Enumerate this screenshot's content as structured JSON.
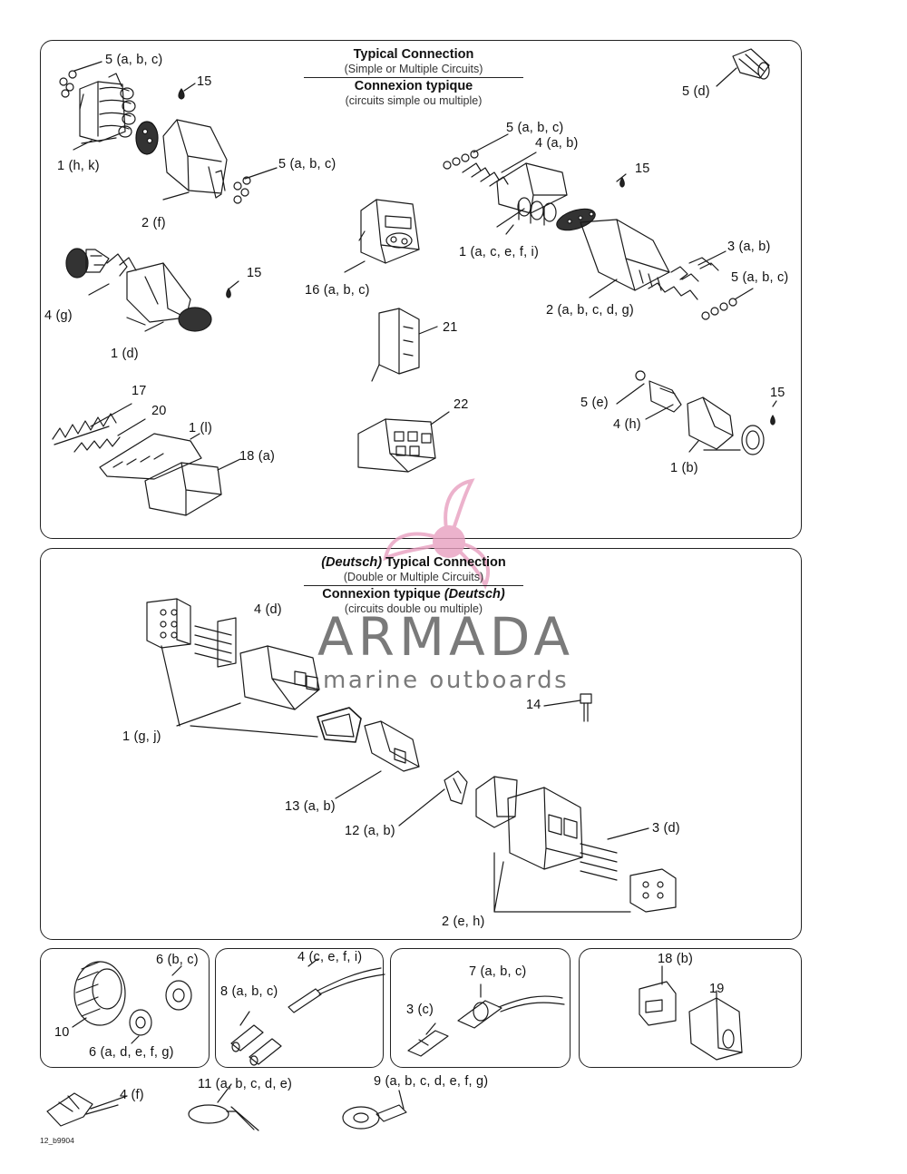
{
  "sections": {
    "typical": {
      "title": "Typical Connection",
      "subtitle": "(Simple or Multiple Circuits)",
      "title_fr": "Connexion typique",
      "subtitle_fr": "(circuits simple ou multiple)"
    },
    "deutsch": {
      "title_em": "(Deutsch)",
      "title_rest": " Typical Connection",
      "subtitle": "(Double or Multiple Circuits)",
      "title_fr_rest": "Connexion typique ",
      "title_fr_em": "(Deutsch)",
      "subtitle_fr": "(circuits double ou multiple)"
    }
  },
  "labels": {
    "l5abc_a": "5 (a, b, c)",
    "l15_a": "15",
    "l1hk": "1 (h, k)",
    "l5abc_b": "5 (a, b, c)",
    "l2f": "2 (f)",
    "l4g": "4 (g)",
    "l15_b": "15",
    "l1d": "1 (d)",
    "l17": "17",
    "l20": "20",
    "l1l": "1 (l)",
    "l18a": "18 (a)",
    "l16abc": "16 (a, b, c)",
    "l21": "21",
    "l22": "22",
    "l5d": "5 (d)",
    "l5abc_c": "5 (a, b, c)",
    "l4ab": "4 (a, b)",
    "l15_c": "15",
    "l1acefi": "1 (a, c, e, f, i)",
    "l3ab": "3 (a, b)",
    "l5abc_d": "5 (a, b, c)",
    "l2abcdg": "2 (a, b, c, d, g)",
    "l5e": "5 (e)",
    "l4h": "4 (h)",
    "l15_d": "15",
    "l1b": "1 (b)",
    "l4d": "4 (d)",
    "l1gj": "1 (g, j)",
    "l14": "14",
    "l13ab": "13 (a, b)",
    "l12ab": "12 (a, b)",
    "l3d": "3 (d)",
    "l2eh": "2 (e, h)",
    "l6bc": "6 (b, c)",
    "l10": "10",
    "l6adefg": "6 (a, d, e, f, g)",
    "l4cefi": "4 (c, e, f, i)",
    "l8abc": "8 (a, b, c)",
    "l7abc": "7 (a, b, c)",
    "l3c": "3 (c)",
    "l18b": "18 (b)",
    "l19": "19",
    "l4f": "4 (f)",
    "l11": "11 (a, b, c, d, e)",
    "l9": "9 (a, b, c, d, e, f, g)"
  },
  "figure_code": "12_b9904",
  "watermark": {
    "brand": "ARMADA",
    "tagline": "marine outboards",
    "color": "#e8a0c0"
  }
}
